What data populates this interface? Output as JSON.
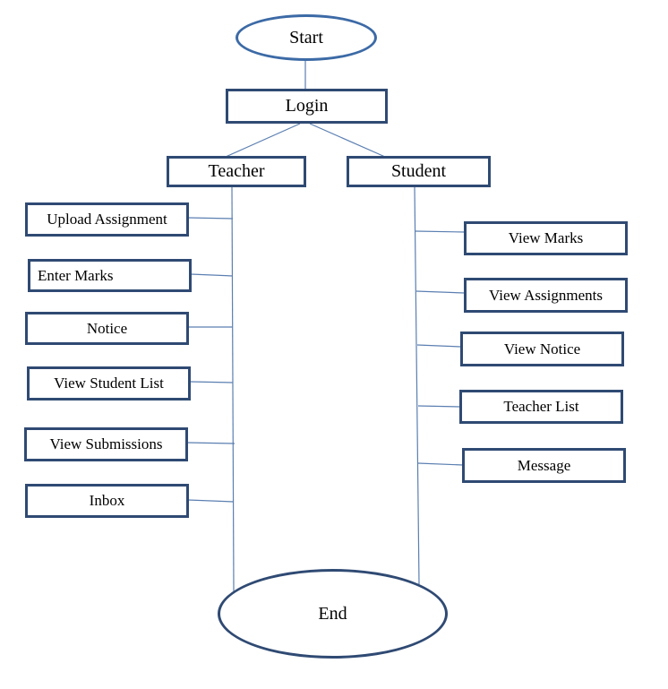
{
  "start": "Start",
  "login": "Login",
  "teacher": {
    "label": "Teacher",
    "items": [
      "Upload Assignment",
      "Enter Marks",
      "Notice",
      "View Student List",
      "View Submissions",
      "Inbox"
    ]
  },
  "student": {
    "label": "Student",
    "items": [
      "View Marks",
      "View Assignments",
      "View Notice",
      "Teacher List",
      "Message"
    ]
  },
  "end": "End",
  "colors": {
    "box_border": "#2f4a73",
    "ellipse_border": "#3c6aa6",
    "connector": "#5b7fb1"
  }
}
